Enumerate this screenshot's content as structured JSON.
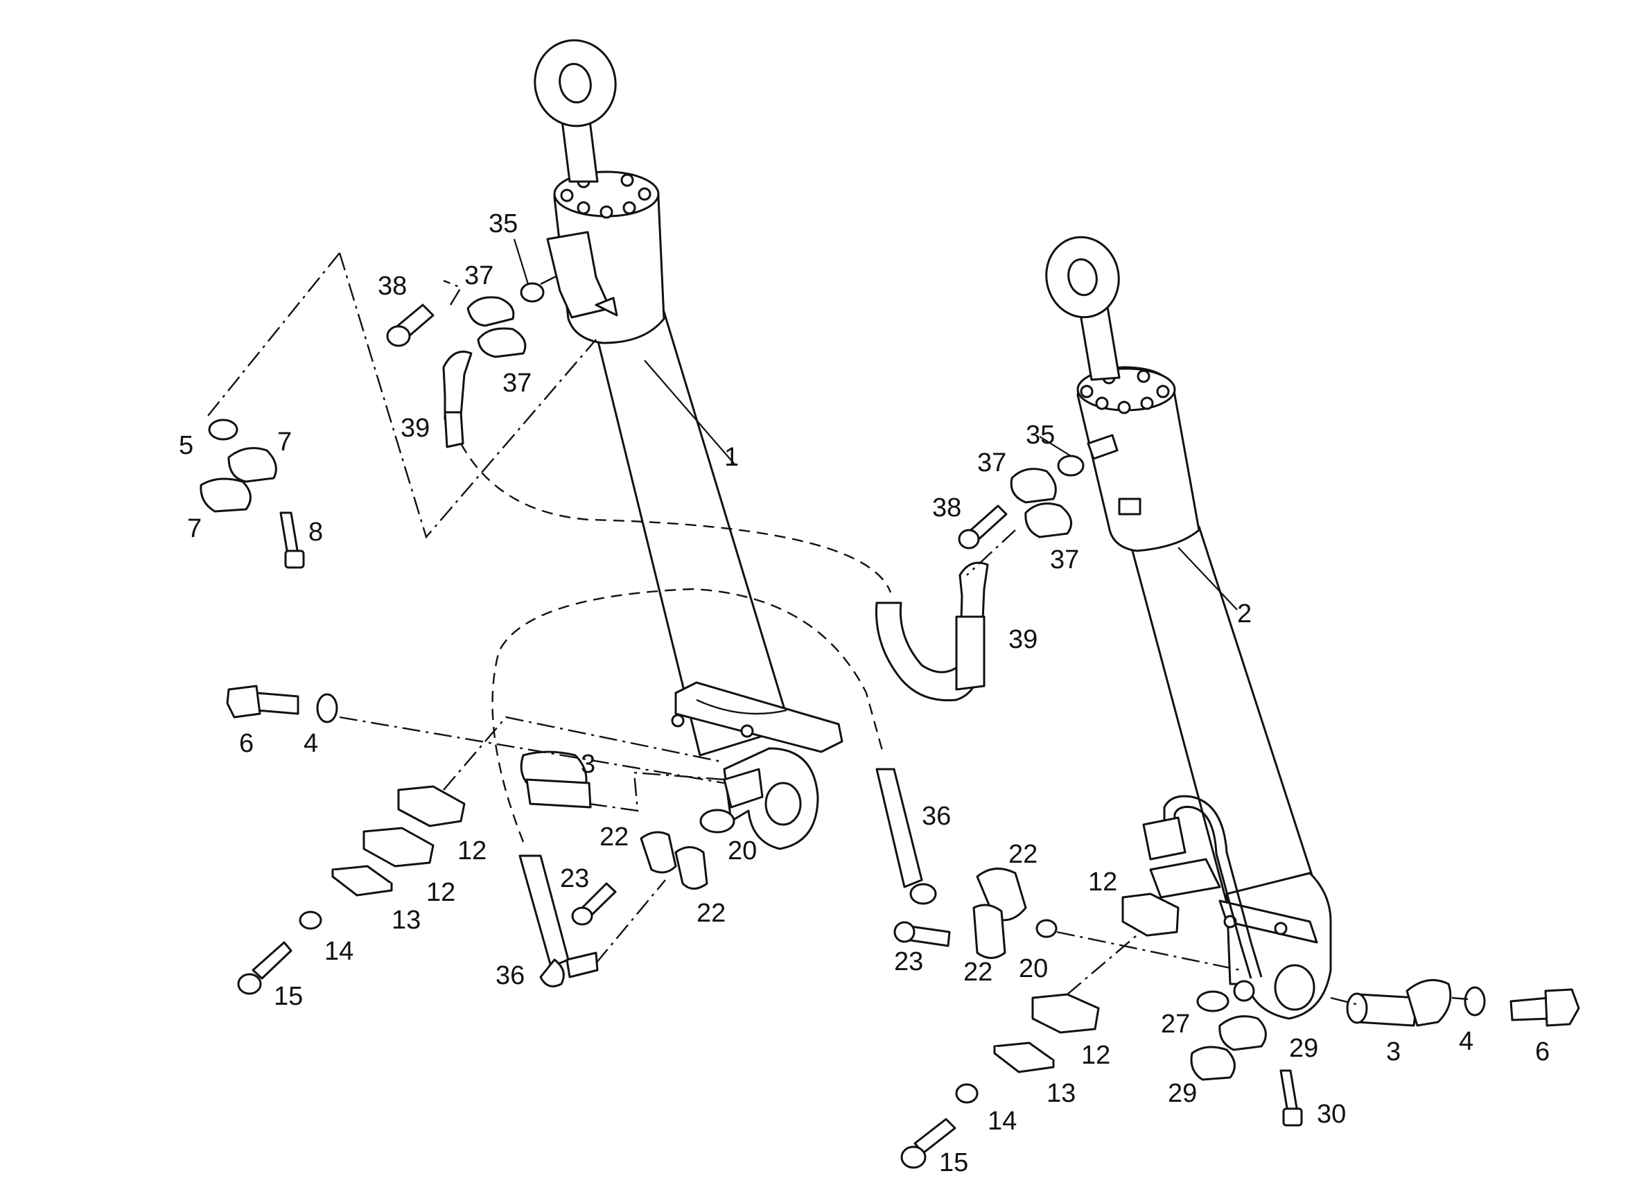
{
  "diagram": {
    "callouts": [
      {
        "id": "c-1",
        "text": "1"
      },
      {
        "id": "c-2",
        "text": "2"
      },
      {
        "id": "c-35a",
        "text": "35"
      },
      {
        "id": "c-38a",
        "text": "38"
      },
      {
        "id": "c-37a",
        "text": "37"
      },
      {
        "id": "c-37b",
        "text": "37"
      },
      {
        "id": "c-39a",
        "text": "39"
      },
      {
        "id": "c-5",
        "text": "5"
      },
      {
        "id": "c-7a",
        "text": "7"
      },
      {
        "id": "c-7b",
        "text": "7"
      },
      {
        "id": "c-8",
        "text": "8"
      },
      {
        "id": "c-35b",
        "text": "35"
      },
      {
        "id": "c-37c",
        "text": "37"
      },
      {
        "id": "c-38b",
        "text": "38"
      },
      {
        "id": "c-37d",
        "text": "37"
      },
      {
        "id": "c-39b",
        "text": "39"
      },
      {
        "id": "c-6a",
        "text": "6"
      },
      {
        "id": "c-4a",
        "text": "4"
      },
      {
        "id": "c-3a",
        "text": "3"
      },
      {
        "id": "c-12a",
        "text": "12"
      },
      {
        "id": "c-12b",
        "text": "12"
      },
      {
        "id": "c-13a",
        "text": "13"
      },
      {
        "id": "c-14a",
        "text": "14"
      },
      {
        "id": "c-15a",
        "text": "15"
      },
      {
        "id": "c-22a",
        "text": "22"
      },
      {
        "id": "c-20a",
        "text": "20"
      },
      {
        "id": "c-23a",
        "text": "23"
      },
      {
        "id": "c-22b",
        "text": "22"
      },
      {
        "id": "c-36a",
        "text": "36"
      },
      {
        "id": "c-36b",
        "text": "36"
      },
      {
        "id": "c-23b",
        "text": "23"
      },
      {
        "id": "c-22c",
        "text": "22"
      },
      {
        "id": "c-22d",
        "text": "22"
      },
      {
        "id": "c-20b",
        "text": "20"
      },
      {
        "id": "c-12c",
        "text": "12"
      },
      {
        "id": "c-12d",
        "text": "12"
      },
      {
        "id": "c-27",
        "text": "27"
      },
      {
        "id": "c-29a",
        "text": "29"
      },
      {
        "id": "c-29b",
        "text": "29"
      },
      {
        "id": "c-30",
        "text": "30"
      },
      {
        "id": "c-13b",
        "text": "13"
      },
      {
        "id": "c-14b",
        "text": "14"
      },
      {
        "id": "c-15b",
        "text": "15"
      },
      {
        "id": "c-3b",
        "text": "3"
      },
      {
        "id": "c-4b",
        "text": "4"
      },
      {
        "id": "c-6b",
        "text": "6"
      }
    ]
  }
}
